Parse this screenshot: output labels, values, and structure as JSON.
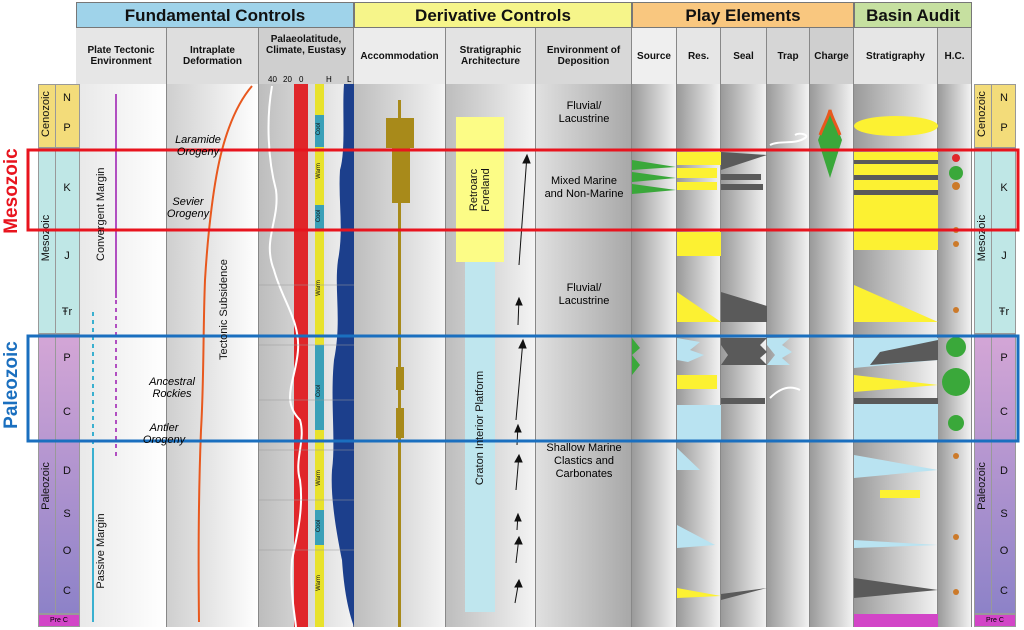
{
  "headers": {
    "fundamental": "Fundamental Controls",
    "derivative": "Derivative Controls",
    "play": "Play Elements",
    "basin": "Basin Audit"
  },
  "subheaders": {
    "plate": "Plate Tectonic Environment",
    "intraplate": "Intraplate Deformation",
    "palaeo": "Palaeolatitude, Climate, Eustasy",
    "accommodation": "Accommodation",
    "strat_arch": "Stratigraphic Architecture",
    "env": "Environment of Deposition",
    "source": "Source",
    "res": "Res.",
    "seal": "Seal",
    "trap": "Trap",
    "charge": "Charge",
    "stratigraphy": "Stratigraphy",
    "hc": "H.C."
  },
  "palaeo_ticks": {
    "t40": "40",
    "t20": "20",
    "t0": "0",
    "h": "H",
    "l": "L"
  },
  "eras": {
    "cenozoic": "Cenozoic",
    "mesozoic": "Mesozoic",
    "paleozoic": "Paleozoic",
    "prec": "Pre C"
  },
  "periods": {
    "n": "N",
    "p1": "P",
    "k": "K",
    "j": "J",
    "tr": "Ŧr",
    "p2": "P",
    "c1": "C",
    "d": "D",
    "s": "S",
    "o": "O",
    "c2": "C"
  },
  "side_labels": {
    "mesozoic": "Mesozoic",
    "paleozoic": "Paleozoic"
  },
  "plate_labels": {
    "convergent": "Convergent Margin",
    "passive": "Passive Margin"
  },
  "orogenies": {
    "laramide": "Laramide Orogeny",
    "sevier": "Sevier Orogeny",
    "ancestral": "Ancestral Rockies",
    "antler": "Antler Orogeny"
  },
  "tectonic_subsidence": "Tectonic Subsidence",
  "climate": {
    "cool1": "Cool",
    "warm1": "Warm",
    "cool2": "Cool",
    "warm2": "Warm",
    "cool3": "Cool",
    "warm3": "Warm",
    "cool4": "Cool",
    "warm4": "Warm"
  },
  "strat_boxes": {
    "retroarc": "Retroarc Foreland",
    "craton": "Craton Interior Platform"
  },
  "environments": {
    "e1": "Fluvial/ Lacustrine",
    "e2": "Mixed Marine and Non-Marine",
    "e3": "Fluvial/ Lacustrine",
    "e4": "Shallow Marine Clastics and Carbonates"
  },
  "colors": {
    "fundamental": "#9fd3ea",
    "derivative": "#f6f58a",
    "play": "#f9c77f",
    "basin": "#c6e0a0",
    "mesozoic_box": "#e8141e",
    "paleozoic_box": "#1a6fbf"
  }
}
